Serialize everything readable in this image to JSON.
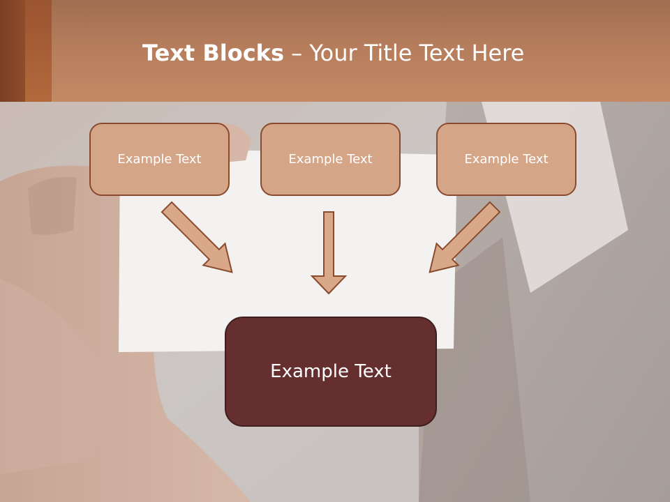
{
  "slide": {
    "title_bold": "Text Blocks",
    "title_dash": "–",
    "title_rest": "Your Title Text Here"
  },
  "diagram": {
    "top_boxes": [
      {
        "label": "Example Text"
      },
      {
        "label": "Example Text"
      },
      {
        "label": "Example Text"
      }
    ],
    "bottom_box": {
      "label": "Example Text"
    }
  },
  "colors": {
    "header": "#b57d5c",
    "accent_dark": "#7a3f22",
    "top_box_fill": "#d4a587",
    "top_box_border": "#8a4a2e",
    "bottom_box_fill": "#652f30",
    "arrow_fill": "#d9a888",
    "arrow_stroke": "#8a4a2e"
  }
}
